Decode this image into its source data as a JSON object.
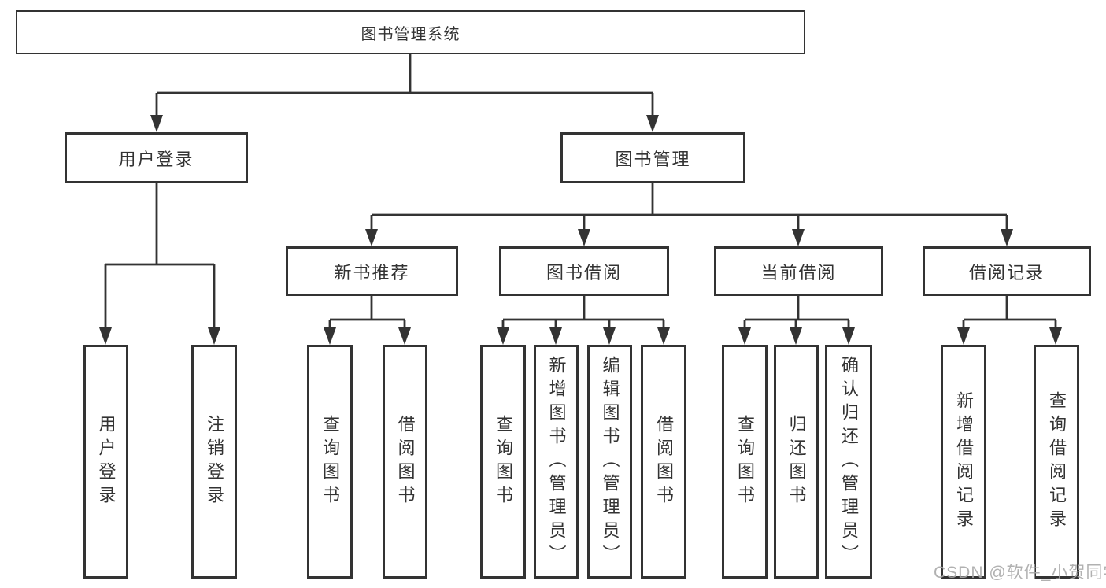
{
  "diagram": {
    "root_label": "图书管理系统",
    "level1": [
      {
        "label": "用户登录"
      },
      {
        "label": "图书管理"
      }
    ],
    "level2": [
      {
        "label": "新书推荐"
      },
      {
        "label": "图书借阅"
      },
      {
        "label": "当前借阅"
      },
      {
        "label": "借阅记录"
      }
    ],
    "leaves": {
      "user_login": [
        {
          "label": "用户登录"
        },
        {
          "label": "注销登录"
        }
      ],
      "new_book_recommend": [
        {
          "label": "查询图书"
        },
        {
          "label": "借阅图书"
        }
      ],
      "book_borrow": [
        {
          "label": "查询图书"
        },
        {
          "label": "新增图书（管理员）"
        },
        {
          "label": "编辑图书（管理员）"
        },
        {
          "label": "借阅图书"
        }
      ],
      "current_borrow": [
        {
          "label": "查询图书"
        },
        {
          "label": "归还图书"
        },
        {
          "label": "确认归还（管理员）"
        }
      ],
      "borrow_records": [
        {
          "label": "新增借阅记录"
        },
        {
          "label": "查询借阅记录"
        }
      ]
    },
    "colors": {
      "line": "#333333",
      "text": "#333333",
      "background": "#ffffff",
      "watermark": "#a8a8a8"
    }
  },
  "watermark": {
    "text": "CSDN @软件_小贺同学"
  }
}
